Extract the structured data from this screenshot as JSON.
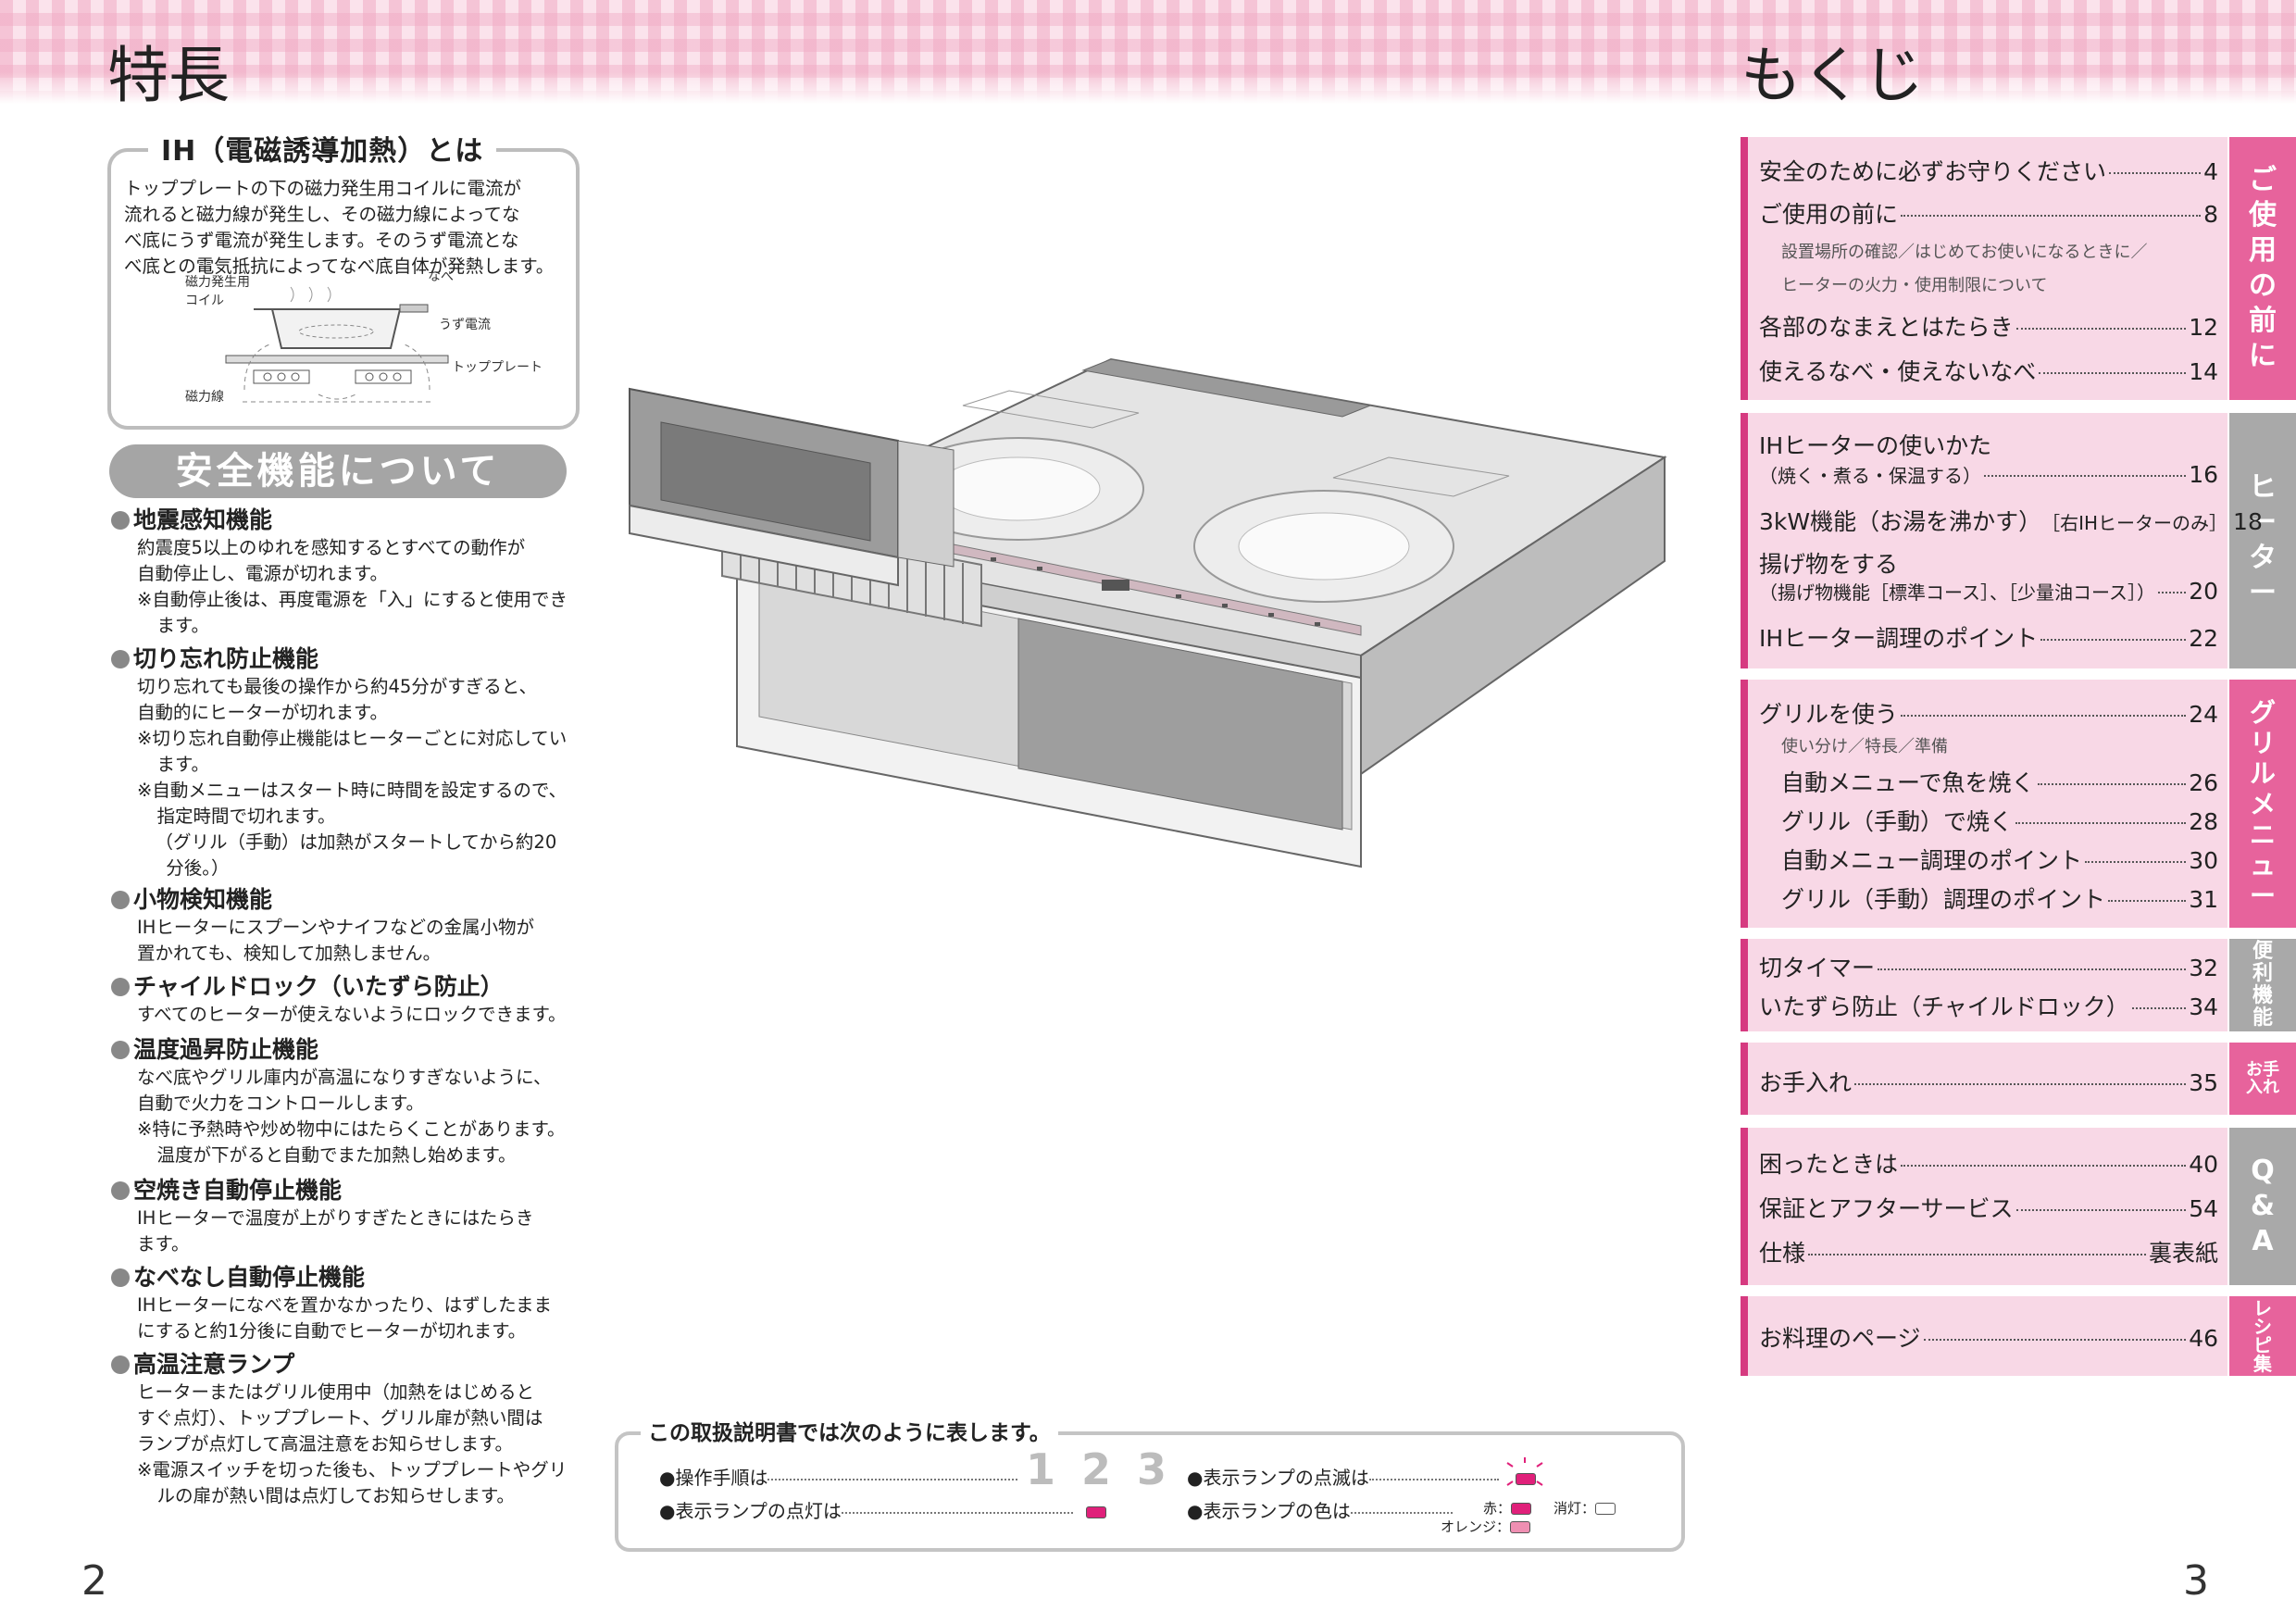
{
  "left_page": {
    "title": "特長",
    "page_number": "2",
    "ih_box": {
      "title": "IH（電磁誘導加熱）とは",
      "lines": [
        "トッププレートの下の磁力発生用コイルに電流が",
        "流れると磁力線が発生し、その磁力線によってな",
        "べ底にうず電流が発生します。そのうず電流とな",
        "べ底との電気抵抗によってなべ底自体が発熱します。"
      ],
      "diagram_labels": {
        "coil_1": "磁力発生用",
        "coil_2": "コイル",
        "pan": "なべ",
        "eddy": "うず電流",
        "top_plate": "トッププレート",
        "flux": "磁力線"
      }
    },
    "safety_heading": "安全機能について",
    "features": [
      {
        "title": "地震感知機能",
        "lines": [
          "約震度5以上のゆれを感知するとすべての動作が",
          "自動停止し、電源が切れます。"
        ],
        "notes": [
          "※自動停止後は、再度電源を「入」にすると使用できます。"
        ]
      },
      {
        "title": "切り忘れ防止機能",
        "lines": [
          "切り忘れても最後の操作から約45分がすぎると、",
          "自動的にヒーターが切れます。"
        ],
        "notes": [
          "※切り忘れ自動停止機能はヒーターごとに対応しています。",
          "※自動メニューはスタート時に時間を設定するので、指定時間で切れます。",
          "（グリル（手動）は加熱がスタートしてから約20 分後。）"
        ]
      },
      {
        "title": "小物検知機能",
        "lines": [
          "IHヒーターにスプーンやナイフなどの金属小物が",
          "置かれても、検知して加熱しません。"
        ],
        "notes": []
      },
      {
        "title": "チャイルドロック（いたずら防止）",
        "lines": [
          "すべてのヒーターが使えないようにロックできます。"
        ],
        "notes": []
      },
      {
        "title": "温度過昇防止機能",
        "lines": [
          "なべ底やグリル庫内が高温になりすぎないように、",
          "自動で火力をコントロールします。"
        ],
        "notes": [
          "※特に予熱時や炒め物中にはたらくことがあります。温度が下がると自動でまた加熱し始めます。"
        ]
      },
      {
        "title": "空焼き自動停止機能",
        "lines": [
          "IHヒーターで温度が上がりすぎたときにはたらき",
          "ます。"
        ],
        "notes": []
      },
      {
        "title": "なべなし自動停止機能",
        "lines": [
          "IHヒーターになべを置かなかったり、はずしたまま",
          "にすると約1分後に自動でヒーターが切れます。"
        ],
        "notes": []
      },
      {
        "title": "高温注意ランプ",
        "lines": [
          "ヒーターまたはグリル使用中（加熱をはじめると",
          "すぐ点灯）、トッププレート、グリル扉が熱い間は",
          "ランプが点灯して高温注意をお知らせします。"
        ],
        "notes": [
          "※電源スイッチを切った後も、トッププレートやグリルの扉が熱い間は点灯してお知らせします。"
        ]
      }
    ]
  },
  "legend": {
    "title": "この取扱説明書では次のように表します。",
    "step_label": "●操作手順は",
    "steps": "1 2 3",
    "lamp_on_label": "●表示ランプの点灯は",
    "lamp_blink_label": "●表示ランプの点滅は",
    "lamp_color_label": "●表示ランプの色は",
    "red": "赤：",
    "off": "消灯：",
    "orange": "オレンジ："
  },
  "right_page": {
    "title": "もくじ",
    "page_number": "3",
    "sections": [
      {
        "tab": "ご使用の前に",
        "entries": [
          {
            "label": "安全のために必ずお守りください",
            "page": "4"
          },
          {
            "label": "ご使用の前に",
            "page": "8"
          },
          {
            "sub": "設置場所の確認／はじめてお使いになるときに／"
          },
          {
            "sub": "ヒーターの火力・使用制限について"
          },
          {
            "label": "各部のなまえとはたらき",
            "page": "12"
          },
          {
            "label": "使えるなべ・使えないなべ",
            "page": "14"
          }
        ]
      },
      {
        "tab": "ヒーター",
        "entries": [
          {
            "label": "IHヒーターの使いかた",
            "page": ""
          },
          {
            "label": "（焼く・煮る・保温する）",
            "page": "16",
            "small": true
          },
          {
            "label": "3kW機能（お湯を沸かす）",
            "extra": "［右IHヒーターのみ］",
            "page": "18"
          },
          {
            "label": "揚げ物をする",
            "page": ""
          },
          {
            "label": "（揚げ物機能［標準コース］、［少量油コース］）",
            "page": "20",
            "small": true
          },
          {
            "label": "IHヒーター調理のポイント",
            "page": "22"
          }
        ]
      },
      {
        "tab": "グリルメニュー",
        "entries": [
          {
            "label": "グリルを使う",
            "page": "24"
          },
          {
            "sub": "使い分け／特長／準備"
          },
          {
            "label": "自動メニューで魚を焼く",
            "page": "26",
            "indent": true
          },
          {
            "label": "グリル（手動）で焼く",
            "page": "28",
            "indent": true
          },
          {
            "label": "自動メニュー調理のポイント",
            "page": "30",
            "indent": true
          },
          {
            "label": "グリル（手動）調理のポイント",
            "page": "31",
            "indent": true
          }
        ]
      },
      {
        "tab": "便利機能",
        "entries": [
          {
            "label": "切タイマー",
            "page": "32"
          },
          {
            "label": "いたずら防止（チャイルドロック）",
            "page": "34"
          }
        ]
      },
      {
        "tab": "お手入れ",
        "entries": [
          {
            "label": "お手入れ",
            "page": "35"
          }
        ]
      },
      {
        "tab": "Q&A",
        "entries": [
          {
            "label": "困ったときは",
            "page": "40"
          },
          {
            "label": "保証とアフターサービス",
            "page": "54"
          },
          {
            "label": "仕様",
            "page": "裏表紙"
          }
        ]
      },
      {
        "tab": "レシピ集",
        "entries": [
          {
            "label": "お料理のページ",
            "page": "46"
          }
        ]
      }
    ]
  },
  "colors": {
    "accent_pink": "#e7639c",
    "toc_background": "#f8d8e6",
    "tab_gray": "#a9a9a9",
    "lamp_red": "#e0207a",
    "lamp_orange": "#ef8fb2"
  }
}
